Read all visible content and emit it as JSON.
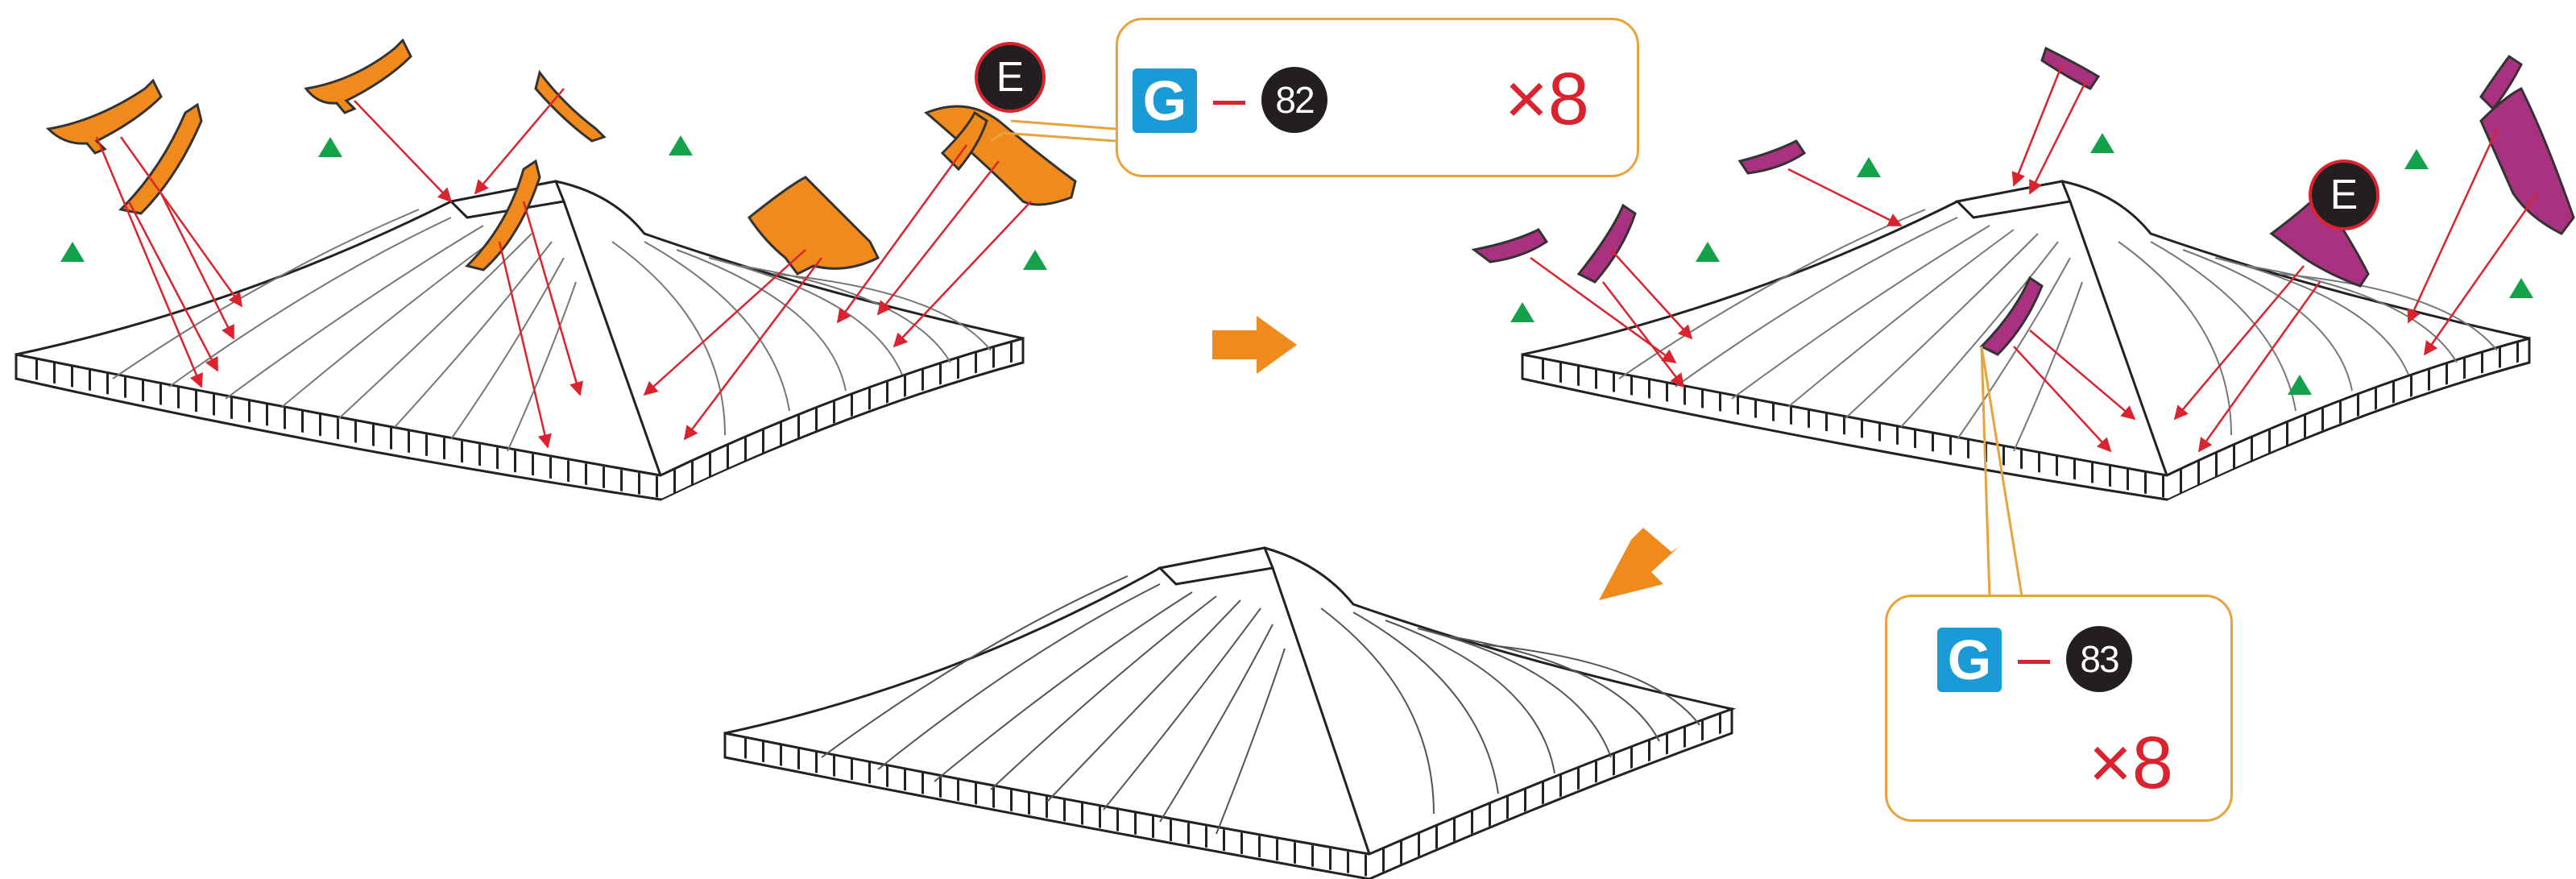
{
  "palette": {
    "orange": "#f08a1c",
    "magenta": "#a8327f",
    "arrow_red": "#d9232e",
    "marker_green": "#13a14a",
    "badge_blue": "#1a9ad6",
    "callout_border": "#e8a33c"
  },
  "callout_top": {
    "group_letter": "G",
    "part_number": "82",
    "quantity": "×8"
  },
  "callout_bottom": {
    "group_letter": "G",
    "part_number": "83",
    "quantity": "×8"
  },
  "marker_label_left": "E",
  "marker_label_right": "E",
  "step_arrows": [
    "orange-right-arrow",
    "orange-down-left-arrow"
  ]
}
